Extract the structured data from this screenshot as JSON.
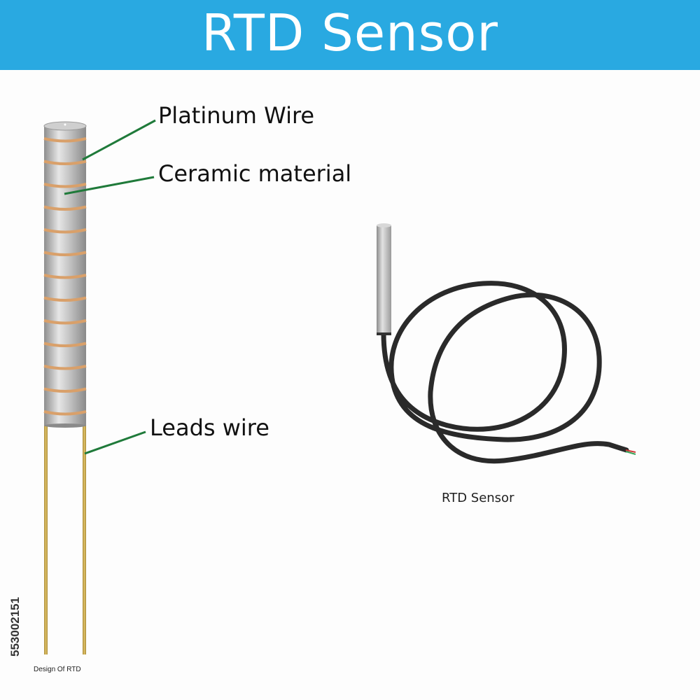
{
  "title": "RTD Sensor",
  "colors": {
    "title_bar": "#29a9e1",
    "callout_line": "#1f7a3a",
    "platinum_wire": "#d9a06a",
    "ceramic_body": "#b8b8b8",
    "lead_wire": "#c9a347",
    "cable": "#2a2a2a"
  },
  "callouts": {
    "platinum_wire": "Platinum Wire",
    "ceramic_material": "Ceramic material",
    "leads_wire": "Leads wire"
  },
  "captions": {
    "sensor": "RTD Sensor",
    "design": "Design Of  RTD"
  },
  "stock_id": "553002151"
}
